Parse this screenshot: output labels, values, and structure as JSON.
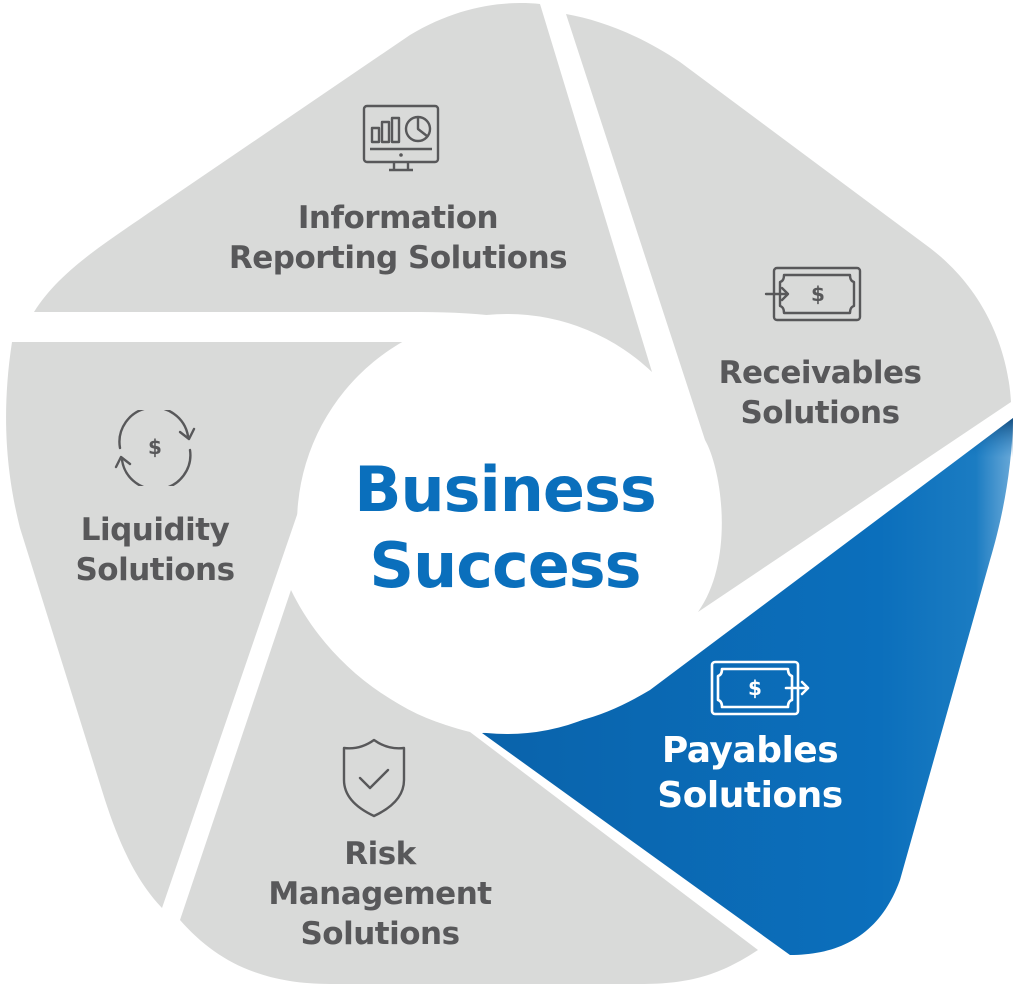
{
  "diagram": {
    "title_line1": "Business",
    "title_line2": "Success",
    "colors": {
      "petal_gray": "#d9dad9",
      "petal_active": "#0a6fbc",
      "petal_active_dark": "#064b86",
      "label_gray": "#58585a",
      "title_blue": "#0a6fbc",
      "icon_gray": "#58585a",
      "icon_white": "#ffffff",
      "background": "#ffffff"
    },
    "segments": [
      {
        "id": "information-reporting",
        "line1": "Information",
        "line2": "Reporting Solutions",
        "icon": "monitor-chart-icon",
        "active": false
      },
      {
        "id": "receivables",
        "line1": "Receivables",
        "line2": "Solutions",
        "icon": "money-in-icon",
        "active": false
      },
      {
        "id": "payables",
        "line1": "Payables",
        "line2": "Solutions",
        "icon": "money-out-icon",
        "active": true
      },
      {
        "id": "risk-management",
        "line1": "Risk",
        "line2": "Management",
        "line3": "Solutions",
        "icon": "shield-check-icon",
        "active": false
      },
      {
        "id": "liquidity",
        "line1": "Liquidity",
        "line2": "Solutions",
        "icon": "cycle-dollar-icon",
        "active": false
      }
    ]
  }
}
